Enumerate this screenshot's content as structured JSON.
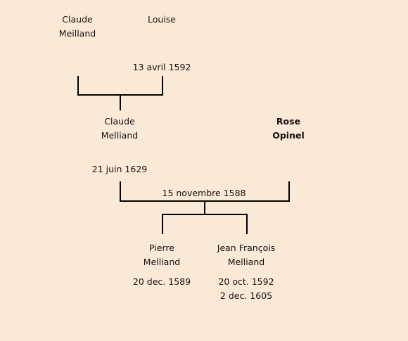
{
  "tree": {
    "line_color": "#000000",
    "background": "#fbe9d7",
    "grandfather": {
      "first": "Claude",
      "last": "Meilland"
    },
    "grandmother": {
      "first": "Louise"
    },
    "grandparents_marriage": "13 avril 1592",
    "father": {
      "first": "Claude",
      "last": "Melliand",
      "death": "21 juin 1629"
    },
    "mother": {
      "first": "Rose",
      "last": "Opinel"
    },
    "parents_marriage": "15 novembre 1588",
    "children": [
      {
        "first": "Pierre",
        "last": "Melliand",
        "birth": "20 dec. 1589"
      },
      {
        "first": "Jean François",
        "last": "Melliand",
        "birth": "20 oct. 1592",
        "death": "2 dec. 1605"
      }
    ]
  }
}
